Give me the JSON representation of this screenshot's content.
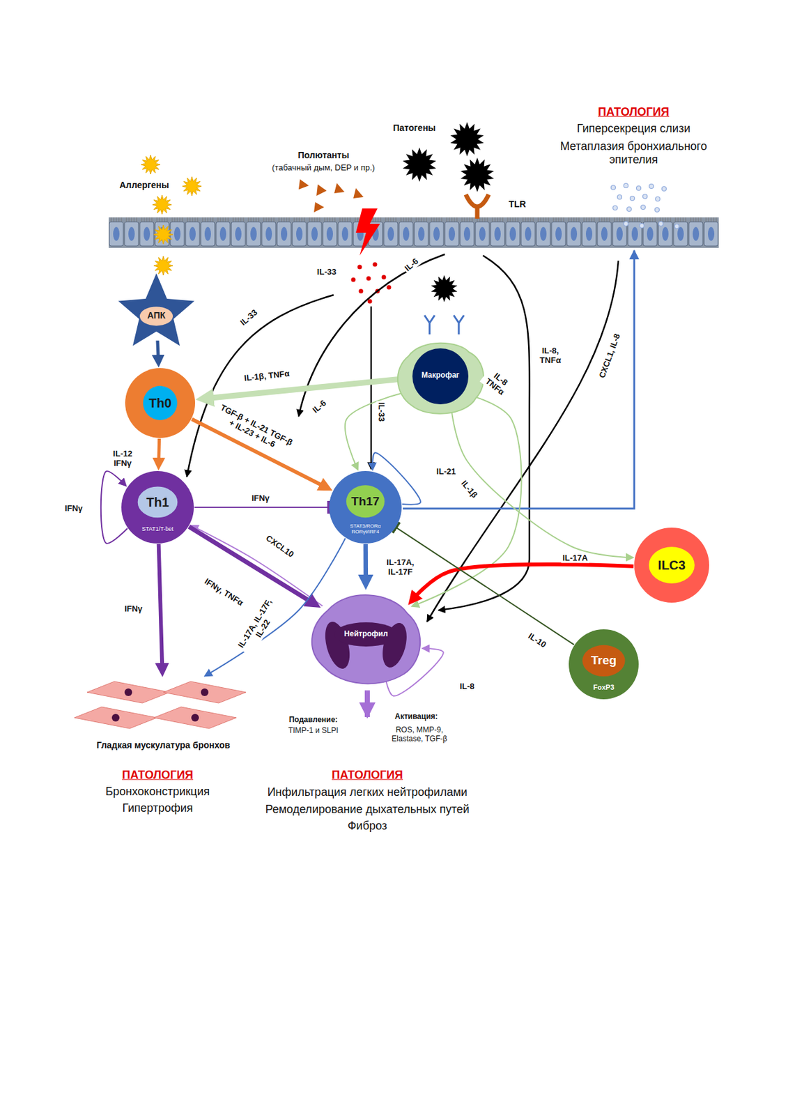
{
  "diagram": {
    "nodes": [
      {
        "text": [
          "АПК"
        ]
      },
      {
        "text": [
          "Th0"
        ]
      },
      {
        "text": [
          "Макрофаг"
        ]
      },
      {
        "text": [
          "Th1",
          "STAT1/T-bet"
        ]
      },
      {
        "text": [
          "Th17",
          "STAT3/RORα RORγt/IRF4"
        ]
      },
      {
        "text": [
          "ILC3"
        ]
      },
      {
        "text": [
          "Нейтрофил"
        ]
      },
      {
        "text": [
          "Treg",
          "FoxP3"
        ]
      },
      {
        "text": [
          "Гладкая мускулатура бронхов"
        ]
      }
    ],
    "edges": [
      {
        "from": 0,
        "to": 1,
        "arrow": "to"
      },
      {
        "from": 1,
        "to": 3,
        "label": "IL-12 IFNγ",
        "arrow": "to"
      },
      {
        "from": 2,
        "to": 1,
        "label": "IL-1β, TNFα",
        "arrow": "to"
      },
      {
        "from": 1,
        "to": 4,
        "label": "TGF-β + IL-21 TGF-β + IL-23 + IL-6",
        "arrow": "to"
      },
      {
        "from": 2,
        "to": 4,
        "label": "IL-6",
        "arrow": "to"
      },
      {
        "from": 3,
        "to": 3,
        "label": "IFNγ",
        "arrow": "to"
      },
      {
        "from": 3,
        "to": 4,
        "label": "IFNγ",
        "arrow": "to"
      },
      {
        "from": 4,
        "to": 4,
        "label": "IL-21",
        "arrow": "to"
      },
      {
        "from": 2,
        "to": 6,
        "label": "IL-8 TNFα",
        "arrow": "to"
      },
      {
        "from": 2,
        "to": 5,
        "label": "IL-1β",
        "arrow": "to"
      },
      {
        "from": 6,
        "to": 3,
        "label": "CXCL10",
        "arrow": "to"
      },
      {
        "from": 3,
        "to": 6,
        "label": "IFNγ, TNFα",
        "arrow": "to"
      },
      {
        "from": 3,
        "to": 8,
        "label": "IFNγ",
        "arrow": "to"
      },
      {
        "from": 4,
        "to": 6,
        "label": "IL-17A, IL-17F",
        "arrow": "to"
      },
      {
        "from": 4,
        "to": 8,
        "label": "IL-17A, IL-17F, IL-22",
        "arrow": "to"
      },
      {
        "from": 5,
        "to": 6,
        "label": "IL-17A",
        "arrow": "to"
      },
      {
        "from": 7,
        "to": 4,
        "label": "IL-10",
        "arrow": "to"
      },
      {
        "from": 6,
        "to": 6,
        "label": "IL-8",
        "arrow": "to"
      }
    ],
    "labels": [
      "Аллергены",
      "Полютанты",
      "(табачный дым, DEP и пр.)",
      "Патогены",
      "TLR",
      "ПАТОЛОГИЯ",
      "Гиперсекреция слизи",
      "Метаплазия бронхиального эпителия",
      "IL-33",
      "IL-6",
      "IL-33",
      "IL-33",
      "IL-8, TNFα",
      "CXCL1, IL-8",
      "ПАТОЛОГИЯ",
      "Бронхоконстрикция",
      "Гипертрофия",
      "Подавление:",
      "TIMP-1 и SLPI",
      "Активация:",
      "ROS, MMP-9, Elastase, TGF-β",
      "ПАТОЛОГИЯ",
      "Инфильтрация легких нейтрофилами",
      "Ремоделирование дыхательных путей",
      "Фиброз"
    ]
  }
}
